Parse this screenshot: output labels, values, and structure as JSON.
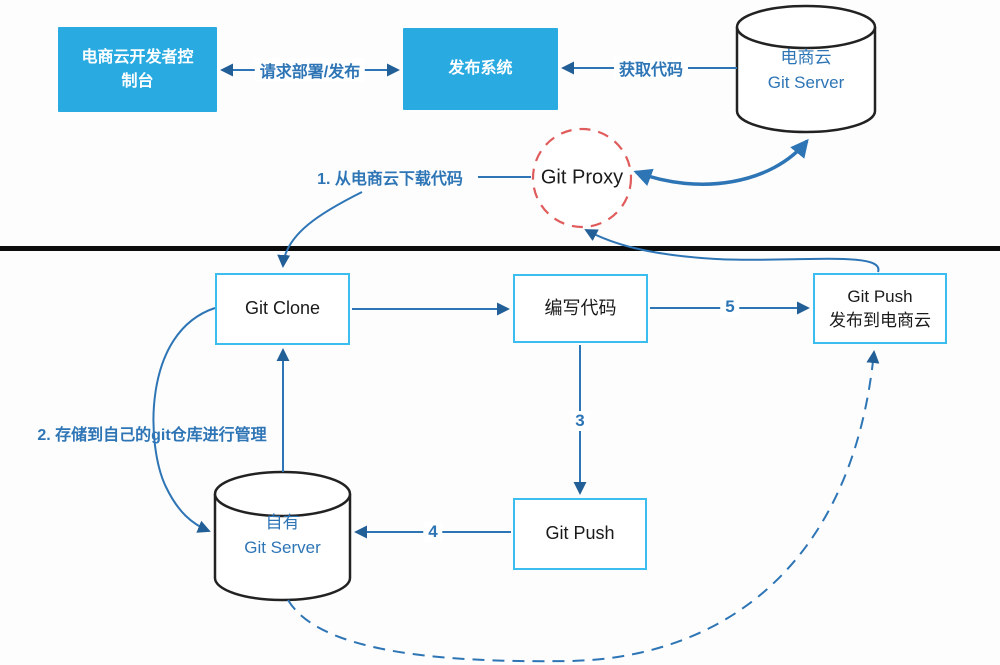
{
  "colors": {
    "box_fill": "#29abe2",
    "box_border_light": "#3bbdf0",
    "line": "#2e75b6",
    "arrow": "#235f97",
    "proxy_dash": "#e05c5c",
    "divider": "#0d0d0d"
  },
  "nodes": {
    "console": {
      "line1": "电商云开发者控",
      "line2": "制台"
    },
    "release_system": {
      "label": "发布系统"
    },
    "ecom_git_server": {
      "line1": "电商云",
      "line2": "Git Server"
    },
    "git_proxy": {
      "label": "Git Proxy"
    },
    "git_clone": {
      "label": "Git Clone"
    },
    "write_code": {
      "label": "编写代码"
    },
    "git_push_publish": {
      "line1": "Git Push",
      "line2": "发布到电商云"
    },
    "git_push": {
      "label": "Git Push"
    },
    "own_git_server": {
      "line1": "自有",
      "line2": "Git Server"
    }
  },
  "edges": {
    "request_deploy": {
      "label": "请求部署/发布"
    },
    "get_code": {
      "label": "获取代码"
    },
    "step1": {
      "label": "1. 从电商云下载代码"
    },
    "step2": {
      "label": "2. 存储到自己的git仓库进行管理"
    },
    "step3": {
      "label": "3"
    },
    "step4": {
      "label": "4"
    },
    "step5": {
      "label": "5"
    }
  }
}
